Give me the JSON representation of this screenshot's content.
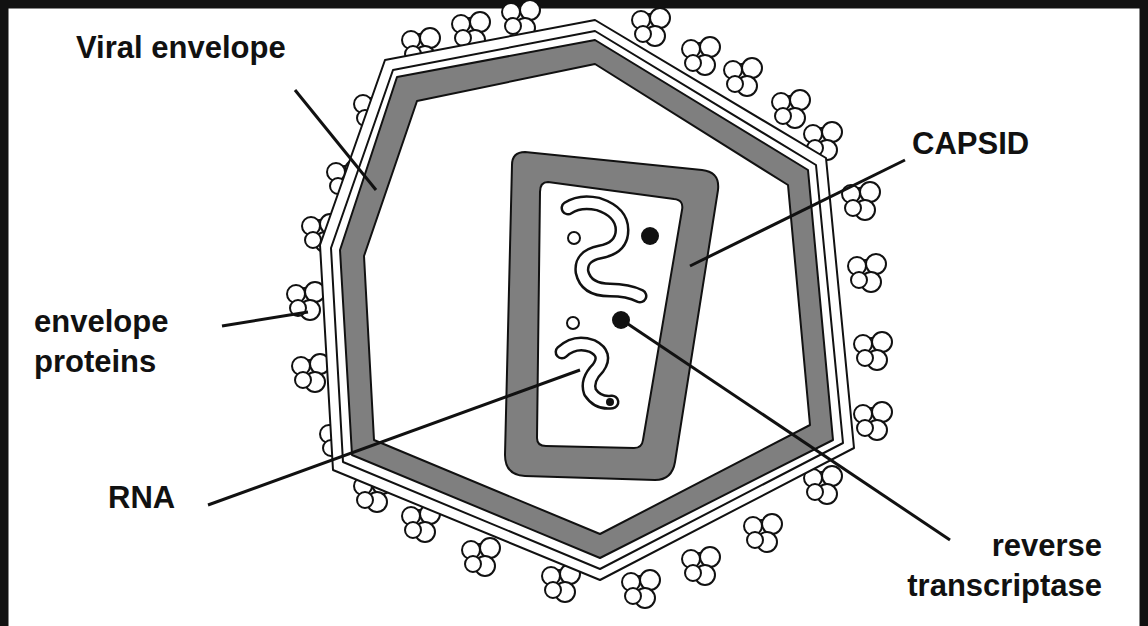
{
  "diagram": {
    "labels": [
      "Viral envelope",
      "CAPSID",
      "envelope proteins",
      "RNA",
      "reverse transcriptase"
    ]
  }
}
